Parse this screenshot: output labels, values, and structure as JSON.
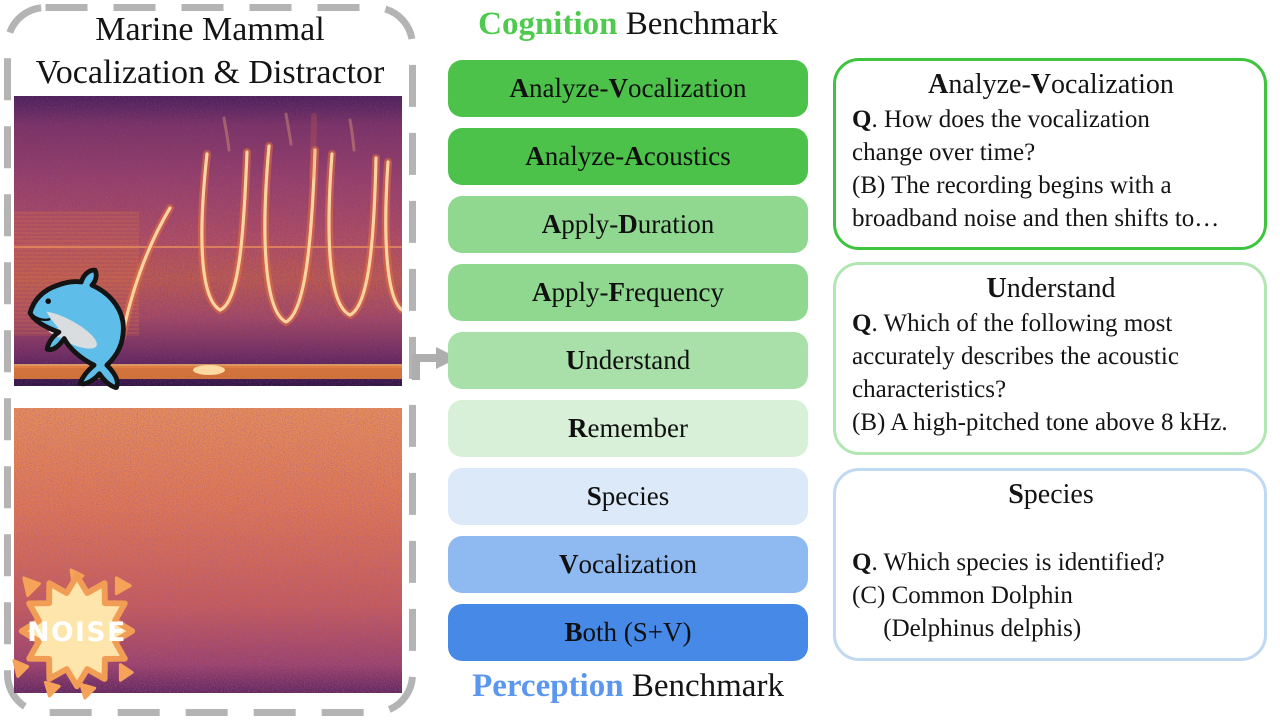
{
  "figure": {
    "left_panel": {
      "title_line1": "Marine Mammal",
      "title_line2": "Vocalization & Distractor",
      "noise_label": "NOISE"
    },
    "icons": {
      "dolphin": "dolphin-icon",
      "noise_burst": "noise-burst-icon",
      "connector": "elbow-arrow-icon"
    },
    "headers": {
      "cognition": {
        "highlight": "Cognition",
        "rest": " Benchmark"
      },
      "perception": {
        "highlight": "Perception",
        "rest": " Benchmark"
      }
    },
    "colors": {
      "cognition_green": "#4ecb4e",
      "perception_blue": "#5b97ee",
      "dash_gray": "#b4b4b4"
    },
    "task_pills": [
      {
        "bg": "#4cc24a",
        "parts": [
          {
            "t": "A",
            "b": true
          },
          {
            "t": "nalyze-",
            "b": false
          },
          {
            "t": "V",
            "b": true
          },
          {
            "t": "ocalization",
            "b": false
          }
        ]
      },
      {
        "bg": "#4cc24a",
        "parts": [
          {
            "t": "A",
            "b": true
          },
          {
            "t": "nalyze-",
            "b": false
          },
          {
            "t": "A",
            "b": true
          },
          {
            "t": "coustics",
            "b": false
          }
        ]
      },
      {
        "bg": "#90d890",
        "parts": [
          {
            "t": "A",
            "b": true
          },
          {
            "t": "pply-",
            "b": false
          },
          {
            "t": "D",
            "b": true
          },
          {
            "t": "uration",
            "b": false
          }
        ]
      },
      {
        "bg": "#90d890",
        "parts": [
          {
            "t": "A",
            "b": true
          },
          {
            "t": "pply-",
            "b": false
          },
          {
            "t": "F",
            "b": true
          },
          {
            "t": "requency",
            "b": false
          }
        ]
      },
      {
        "bg": "#a9e0a9",
        "parts": [
          {
            "t": "U",
            "b": true
          },
          {
            "t": "nderstand",
            "b": false
          }
        ]
      },
      {
        "bg": "#d7f0d7",
        "parts": [
          {
            "t": "R",
            "b": true
          },
          {
            "t": "emember",
            "b": false
          }
        ]
      },
      {
        "bg": "#dce9f8",
        "parts": [
          {
            "t": "S",
            "b": true
          },
          {
            "t": "pecies",
            "b": false
          }
        ]
      },
      {
        "bg": "#8fbaf1",
        "parts": [
          {
            "t": "V",
            "b": true
          },
          {
            "t": "ocalization",
            "b": false
          }
        ]
      },
      {
        "bg": "#4689e7",
        "parts": [
          {
            "t": "B",
            "b": true
          },
          {
            "t": "oth (S+V)",
            "b": false
          }
        ]
      }
    ],
    "qa_boxes": [
      {
        "border": "#3ec43e",
        "title_parts": [
          {
            "t": "A",
            "b": true
          },
          {
            "t": "nalyze-",
            "b": false
          },
          {
            "t": "V",
            "b": true
          },
          {
            "t": "ocalization",
            "b": false
          }
        ],
        "lines": [
          [
            {
              "t": "Q",
              "b": true
            },
            {
              "t": ". How does the vocalization",
              "b": false
            }
          ],
          [
            {
              "t": "change over time?",
              "b": false
            }
          ],
          [
            {
              "t": "(B) The recording begins with a",
              "b": false
            }
          ],
          [
            {
              "t": "broadband noise and then shifts to…",
              "b": false
            }
          ]
        ]
      },
      {
        "border": "#b2e6b2",
        "title_parts": [
          {
            "t": "U",
            "b": true
          },
          {
            "t": "nderstand",
            "b": false
          }
        ],
        "lines": [
          [
            {
              "t": "Q",
              "b": true
            },
            {
              "t": ". Which of the following most",
              "b": false
            }
          ],
          [
            {
              "t": "accurately describes the acoustic",
              "b": false
            }
          ],
          [
            {
              "t": "characteristics?",
              "b": false
            }
          ],
          [
            {
              "t": "(B) A high-pitched tone above 8 kHz.",
              "b": false
            }
          ]
        ]
      },
      {
        "border": "#c0d9f3",
        "title_parts": [
          {
            "t": "S",
            "b": true
          },
          {
            "t": "pecies",
            "b": false
          }
        ],
        "lines": [
          [
            {
              "t": " ",
              "b": false
            }
          ],
          [
            {
              "t": "Q",
              "b": true
            },
            {
              "t": ". Which species is identified?",
              "b": false
            }
          ],
          [
            {
              "t": "(C) Common Dolphin",
              "b": false
            }
          ],
          [
            {
              "t": "     (Delphinus delphis)",
              "b": false
            }
          ]
        ]
      }
    ]
  }
}
